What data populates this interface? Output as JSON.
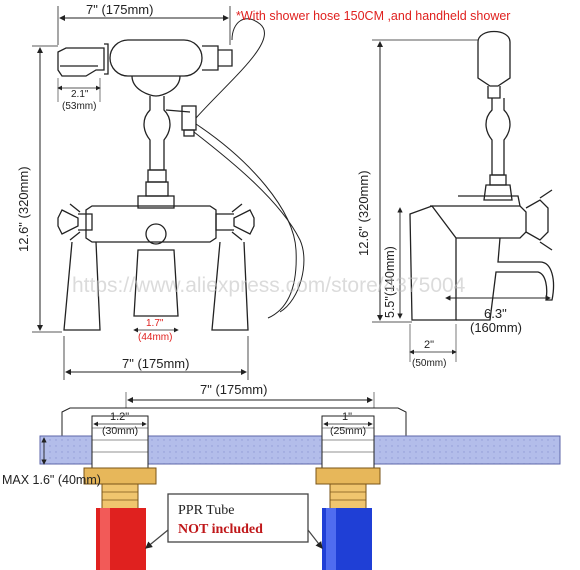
{
  "front_view": {
    "top_width": "7\" (175mm)",
    "height": "12.6\" (320mm)",
    "handset_width": "2.1\"",
    "handset_width_mm": "(53mm)",
    "spout_width": "1.7\"",
    "spout_width_mm": "(44mm)",
    "bottom_width": "7\" (175mm)"
  },
  "side_view": {
    "height": "12.6\" (320mm)",
    "base_height": "5.5\"(140mm)",
    "reach": "6.3\"",
    "reach_mm": "(160mm)",
    "foot_width": "2\"",
    "foot_width_mm": "(50mm)"
  },
  "note": "*With shower hose 150CM ,and handheld shower",
  "watermark": "https://www.aliexpress.com/store/4375004",
  "install_view": {
    "center_distance": "7\" (175mm)",
    "left_inlet": "1.2\"",
    "left_inlet_mm": "(30mm)",
    "right_inlet": "1\"",
    "right_inlet_mm": "(25mm)",
    "max_thickness": "MAX 1.6\" (40mm)",
    "tube_label": "PPR Tube",
    "tube_note": "NOT included"
  },
  "colors": {
    "hot_pipe": "#e0211f",
    "cold_pipe": "#1f3fd6",
    "note_text": "#e0211f",
    "deck": "#aeb8e6"
  }
}
